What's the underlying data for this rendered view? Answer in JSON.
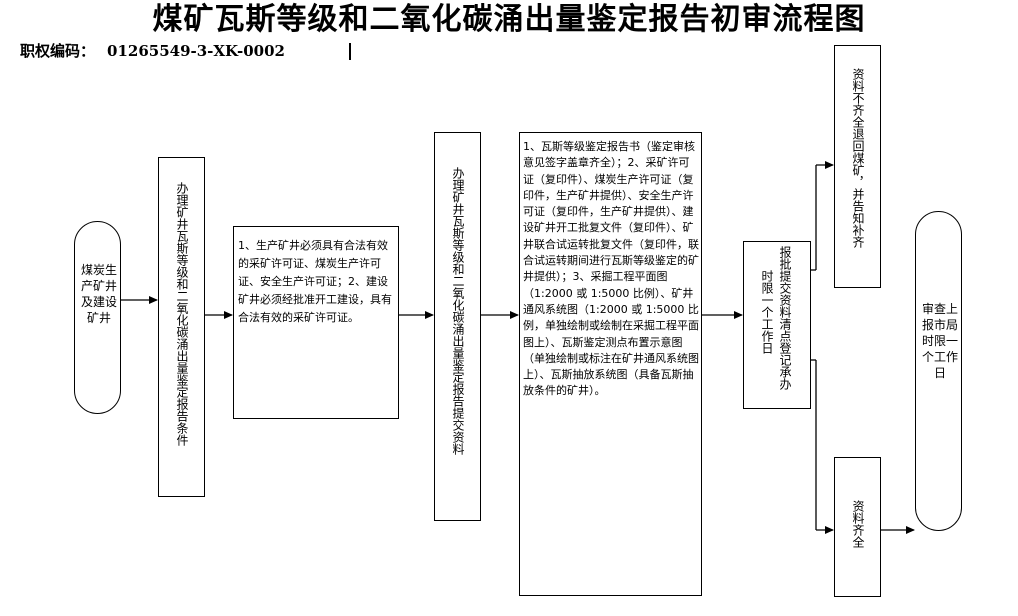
{
  "title": "煤矿瓦斯等级和二氧化碳涌出量鉴定报告初审流程图",
  "code": {
    "label": "职权编码：",
    "value": "01265549-3-XK-0002"
  },
  "nodes": {
    "start": "煤炭生产矿井及建设矿井",
    "step1": "办理矿井瓦斯等级和二氧化碳涌出量鉴定报告条件",
    "conditions": "1、生产矿井必须具有合法有效的采矿许可证、煤炭生产许可证、安全生产许可证；2、建设矿井必须经批准开工建设，具有合法有效的采矿许可证。",
    "step2": "办理矿井瓦斯等级和二氧化碳涌出量鉴定报告提交资料",
    "materials": "1、瓦斯等级鉴定报告书（鉴定审核意见签字盖章齐全）；2、采矿许可证（复印件）、煤炭生产许可证（复印件，生产矿井提供）、安全生产许可证（复印件，生产矿井提供）、建设矿井开工批复文件（复印件）、矿井联合试运转批复文件（复印件，联合试运转期间进行瓦斯等级鉴定的矿井提供）；3、采掘工程平面图（1:2000 或 1:5000 比例）、矿井通风系统图（1:2000 或 1:5000 比例，单独绘制或绘制在采掘工程平面图上）、瓦斯鉴定测点布置示意图（单独绘制或标注在矿井通风系统图上）、瓦斯抽放系统图（具备瓦斯抽放条件的矿井）。",
    "register_a": "报批提交资料清点登记承办",
    "register_b": "时限一个工作日",
    "incomplete": "资料不齐全退回煤矿，并告知补齐",
    "complete": "资料齐全",
    "report": "审查上报市局时限一个工作日"
  }
}
